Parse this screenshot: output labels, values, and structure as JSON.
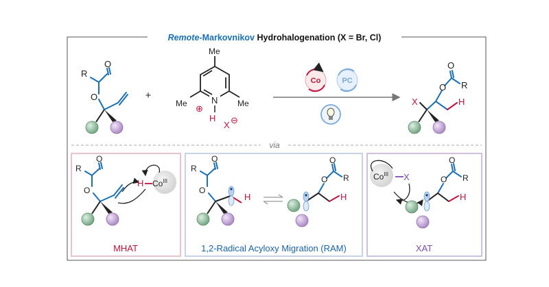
{
  "header": {
    "title_prefix": "Remote",
    "title_main": "-Markovnikov",
    "title_rest": " Hydrohalogenation (X = Br, Cl)"
  },
  "reaction": {
    "reagent_plus": "+",
    "catalyst_co": "Co",
    "catalyst_pc": "PC"
  },
  "labels": {
    "R": "R",
    "O": "O",
    "X": "X",
    "H": "H",
    "Me": "Me",
    "N": "N",
    "plus_sign": "⊕",
    "minus_sign": "⊖",
    "co_iii": "Co",
    "co_superscript": "III"
  },
  "divider": {
    "via": "via"
  },
  "panels": [
    {
      "name": "MHAT",
      "color": "#c0143c"
    },
    {
      "name": "1,2-Radical Acyloxy Migration (RAM)",
      "color": "#1a63a8"
    },
    {
      "name": "XAT",
      "color": "#7b4fb0"
    }
  ],
  "colors": {
    "blue": "#1a6fb5",
    "red": "#c0143c",
    "green_sphere": "#8fbf9c",
    "purple_sphere": "#c8a8dc",
    "panel_pink": "#e8c3cd",
    "panel_blue": "#c7d4e8",
    "panel_purple": "#cfc2e0"
  }
}
